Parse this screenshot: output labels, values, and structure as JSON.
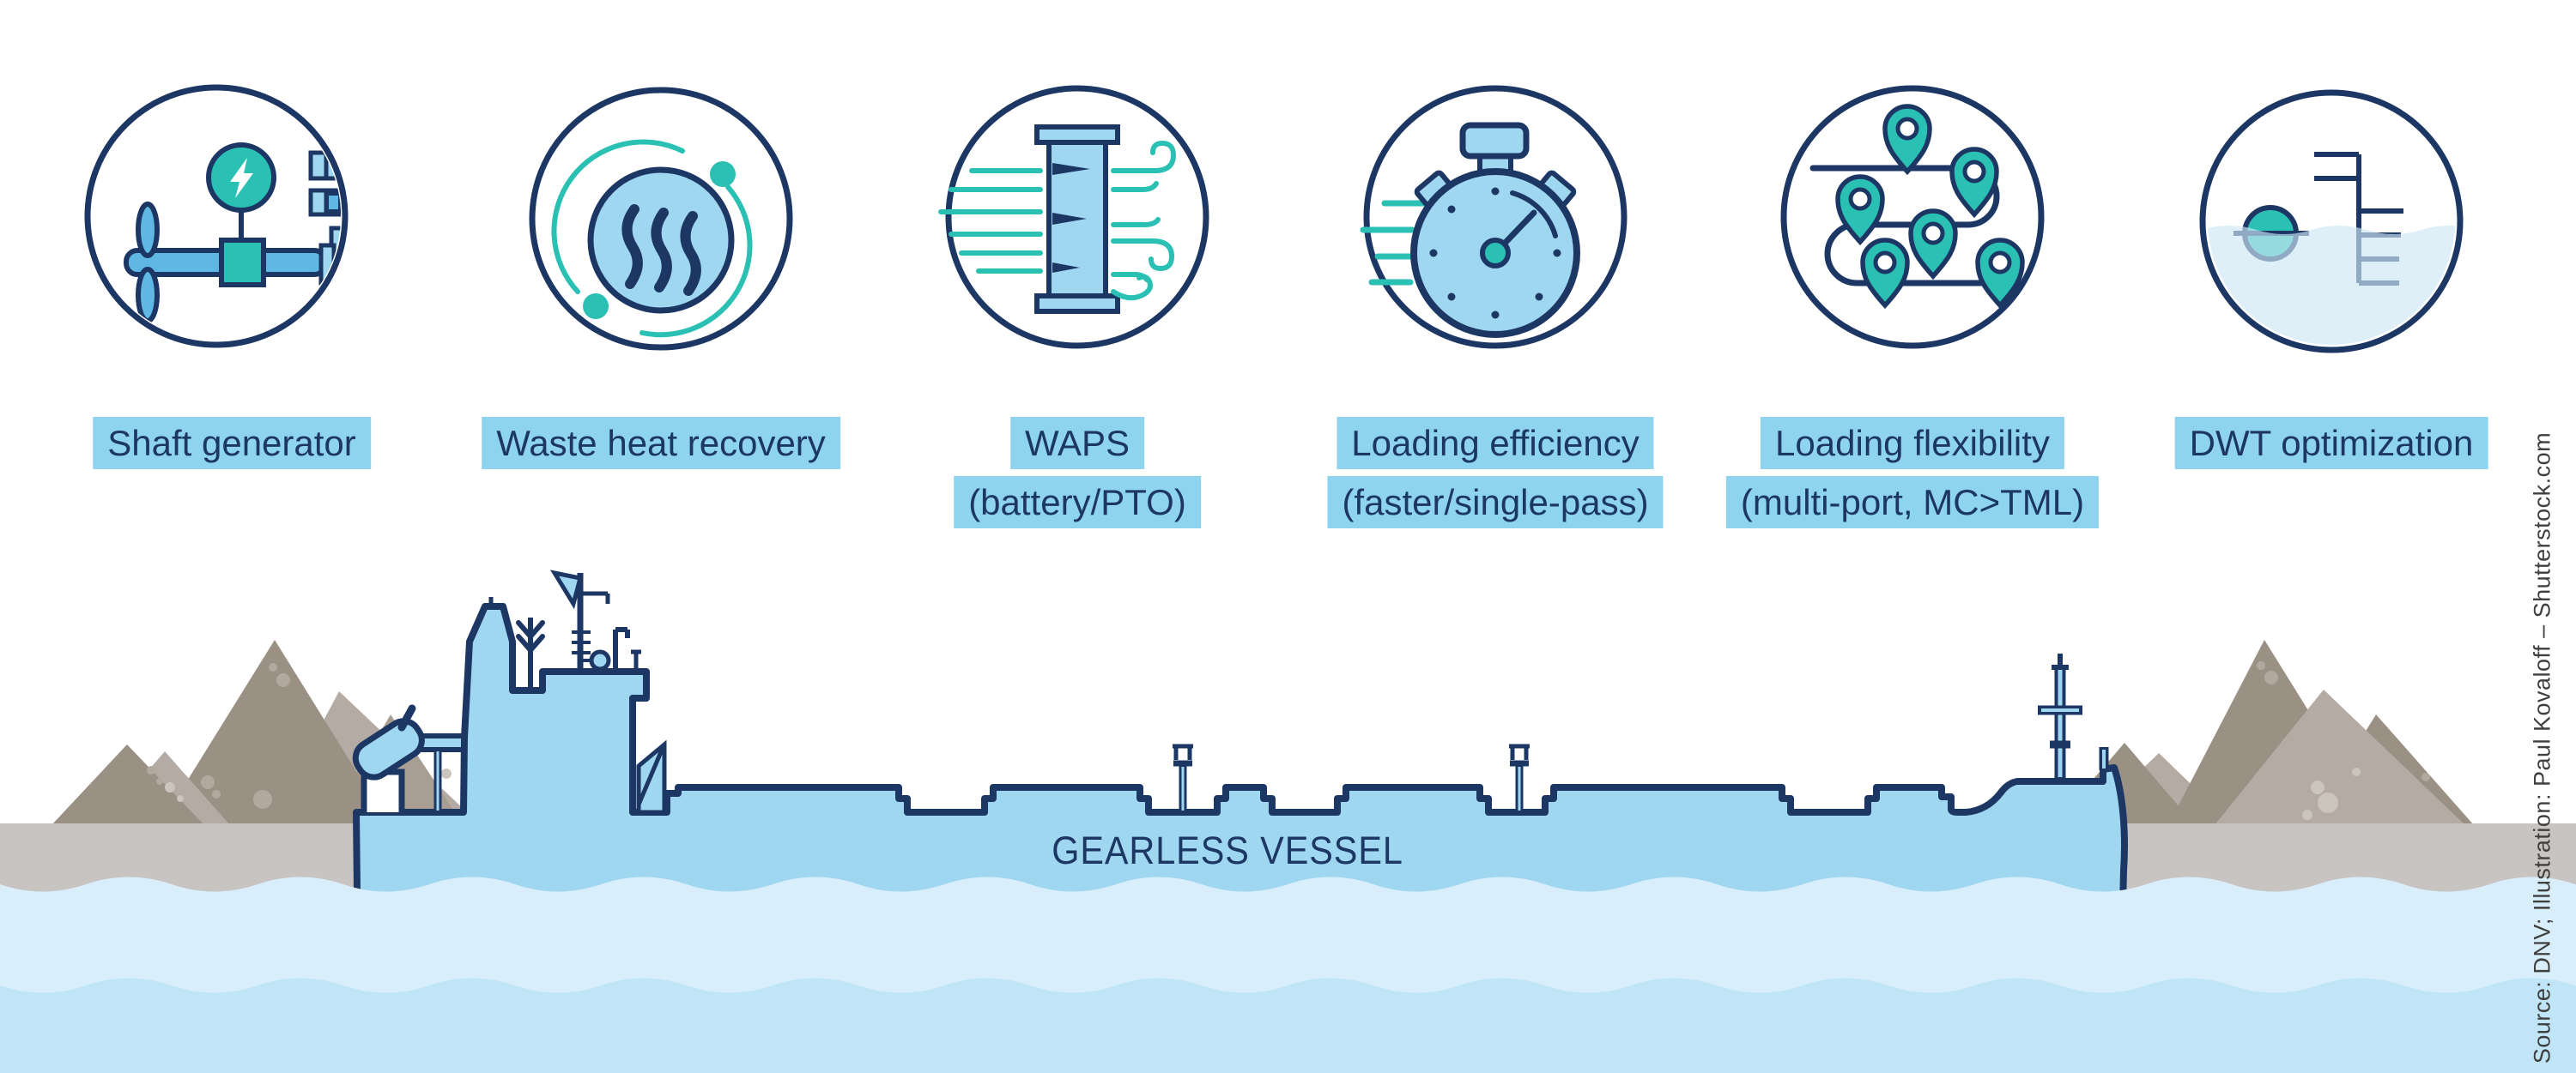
{
  "figure": {
    "vessel_label": "GEARLESS VESSEL",
    "source_credit": "Source: DNV; Illustration: Paul Kovaloff – Shutterstock.com"
  },
  "features": [
    {
      "label": "Shaft generator",
      "sublabel": "",
      "icon": "shaft-generator-icon"
    },
    {
      "label": "Waste heat recovery",
      "sublabel": "",
      "icon": "waste-heat-recovery-icon"
    },
    {
      "label": "WAPS",
      "sublabel": "(battery/PTO)",
      "icon": "rotor-sail-wind-icon"
    },
    {
      "label": "Loading efficiency",
      "sublabel": "(faster/single-pass)",
      "icon": "stopwatch-icon"
    },
    {
      "label": "Loading flexibility",
      "sublabel": "(multi-port, MC>TML)",
      "icon": "route-pins-icon"
    },
    {
      "label": "DWT optimization",
      "sublabel": "",
      "icon": "draft-marks-buoy-icon"
    }
  ],
  "colors": {
    "navy": "#1d3765",
    "teal": "#2ac0b4",
    "light_blue": "#a0d7f0",
    "medium_blue": "#5fb8e3",
    "label_bg": "#8fd4ee",
    "water_band_1": "#d8eefa",
    "water_band_2": "#bfe5f7",
    "ground": "#c7c4c2",
    "mountain_dark": "#9a9184",
    "mountain_light": "#b4aca4",
    "mountain_mid": "#a89e93",
    "speckle_dark": "#b2a99e",
    "speckle_light": "#cbc5be",
    "credit_text": "#3f3f3e",
    "white": "#ffffff"
  }
}
